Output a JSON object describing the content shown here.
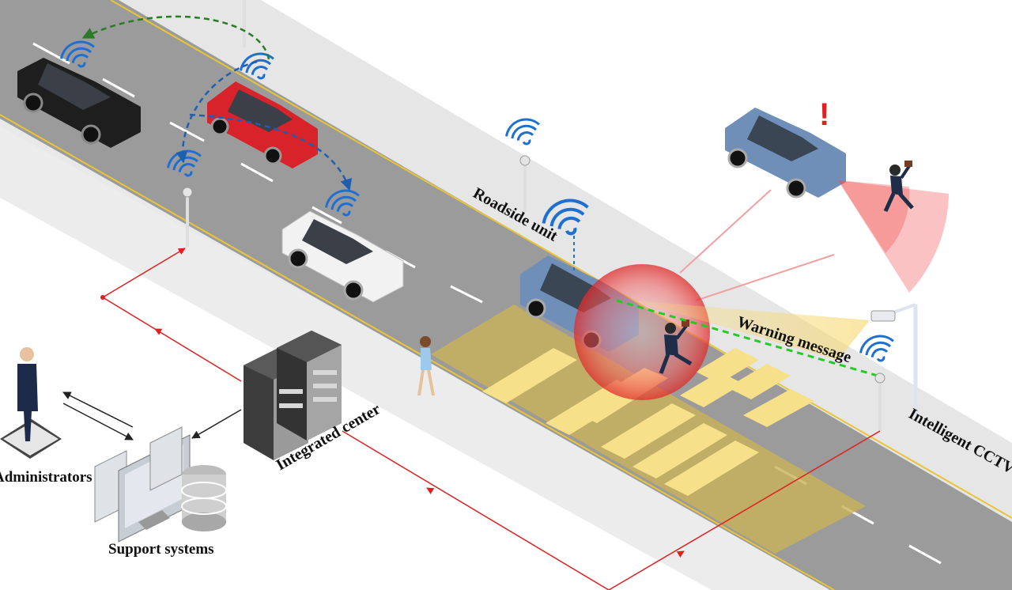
{
  "labels": {
    "roadside_unit": "Roadside unit",
    "warning_message": "Warning message",
    "integrated_center": "Integrated center",
    "intelligent_cctv": "Intelligent CCTV",
    "administrators": "Administrators",
    "support_systems": "Support systems"
  },
  "alert_symbol": "!",
  "colors": {
    "road": "#9a9a9a",
    "sidewalk": "#e9e9e9",
    "crosswalk": "#f3dd7e",
    "network_link": "#e02020",
    "v2v_link": "#1f5fb0",
    "v2v_return": "#2a7a2a",
    "warning_link": "#22cc22",
    "alert_zone": "#f04040",
    "wifi": "#1f6fd0"
  }
}
